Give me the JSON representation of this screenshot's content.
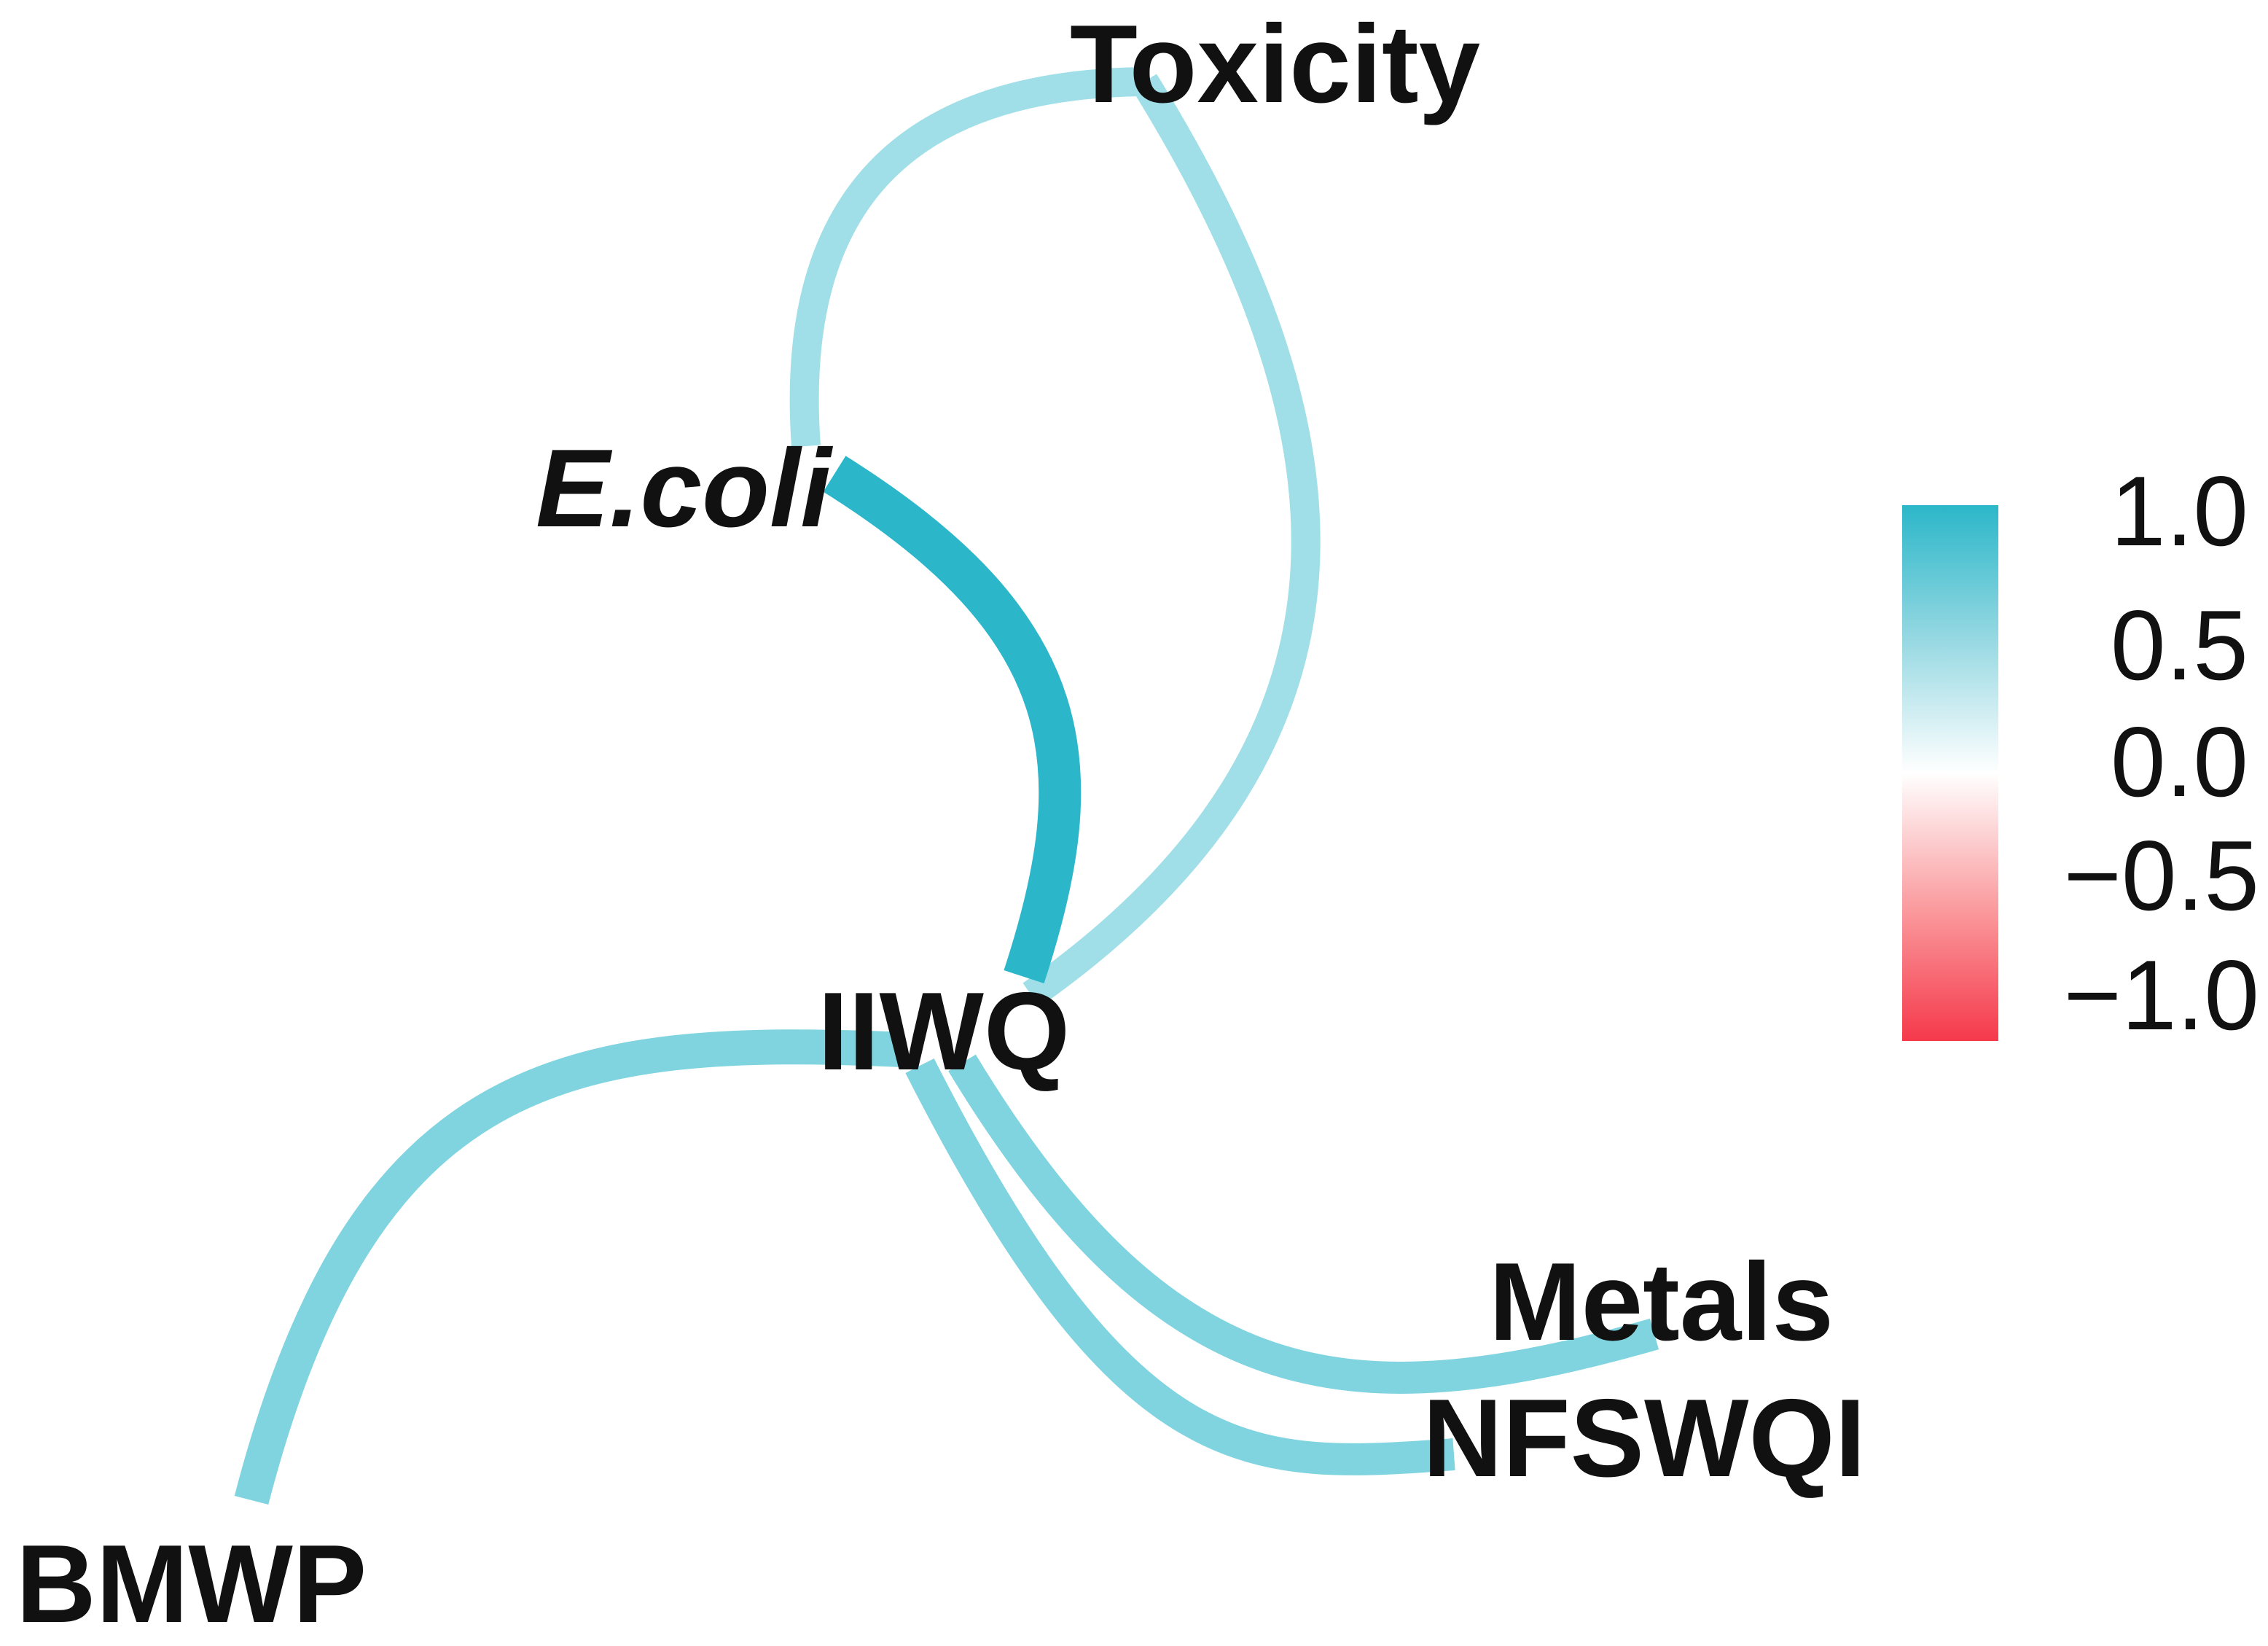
{
  "nodes": {
    "toxicity": "Toxicity",
    "ecoli": "E.coli",
    "iiwq": "IIWQ",
    "metals": "Metals",
    "nfswqi": "NFSWQI",
    "bmwp": "BMWP"
  },
  "edges": [
    {
      "from": "E.coli",
      "to": "Toxicity",
      "r": 0.45
    },
    {
      "from": "Toxicity",
      "to": "IIWQ",
      "r": 0.45
    },
    {
      "from": "E.coli",
      "to": "IIWQ",
      "r": 1.0
    },
    {
      "from": "IIWQ",
      "to": "BMWP",
      "r": 0.6
    },
    {
      "from": "IIWQ",
      "to": "Metals",
      "r": 0.6
    },
    {
      "from": "IIWQ",
      "to": "NFSWQI",
      "r": 0.6
    }
  ],
  "legend": {
    "ticks": [
      "1.0",
      "0.5",
      "0.0",
      "−0.5",
      "−1.0"
    ],
    "range": [
      -1.0,
      1.0
    ],
    "colors": {
      "positive": "#2bb7c9",
      "zero": "#ffffff",
      "negative": "#f5394b"
    }
  }
}
